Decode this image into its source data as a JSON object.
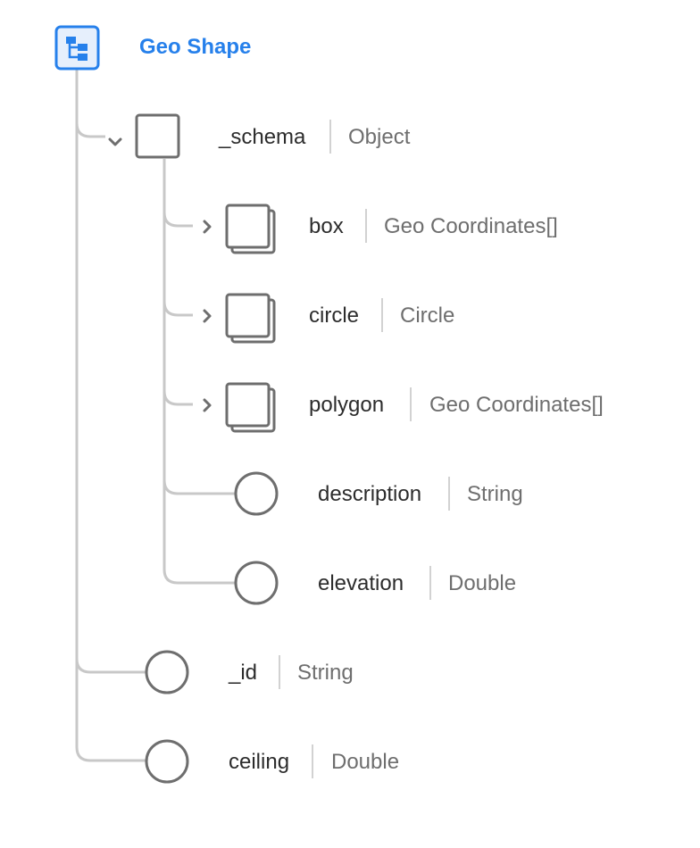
{
  "root": {
    "title": "Geo Shape",
    "icon": "hierarchy-icon"
  },
  "fields": [
    {
      "id": "schema",
      "name": "_schema",
      "type": "Object",
      "kind": "object",
      "expanded": true,
      "level": 1
    },
    {
      "id": "box",
      "name": "box",
      "type": "Geo Coordinates[]",
      "kind": "array",
      "expanded": false,
      "level": 2
    },
    {
      "id": "circle",
      "name": "circle",
      "type": "Circle",
      "kind": "array",
      "expanded": false,
      "level": 2
    },
    {
      "id": "polygon",
      "name": "polygon",
      "type": "Geo Coordinates[]",
      "kind": "array",
      "expanded": false,
      "level": 2
    },
    {
      "id": "description",
      "name": "description",
      "type": "String",
      "kind": "primitive",
      "level": 2
    },
    {
      "id": "elevation",
      "name": "elevation",
      "type": "Double",
      "kind": "primitive",
      "level": 2
    },
    {
      "id": "id",
      "name": "_id",
      "type": "String",
      "kind": "primitive",
      "level": 1
    },
    {
      "id": "ceiling",
      "name": "ceiling",
      "type": "Double",
      "kind": "primitive",
      "level": 1
    }
  ],
  "colors": {
    "accent": "#2680eb",
    "accent_bg": "#e6effc",
    "line": "#c8c8c8",
    "node_stroke": "#6e6e6e",
    "name_text": "#2c2c2c",
    "type_text": "#6e6e6e"
  }
}
